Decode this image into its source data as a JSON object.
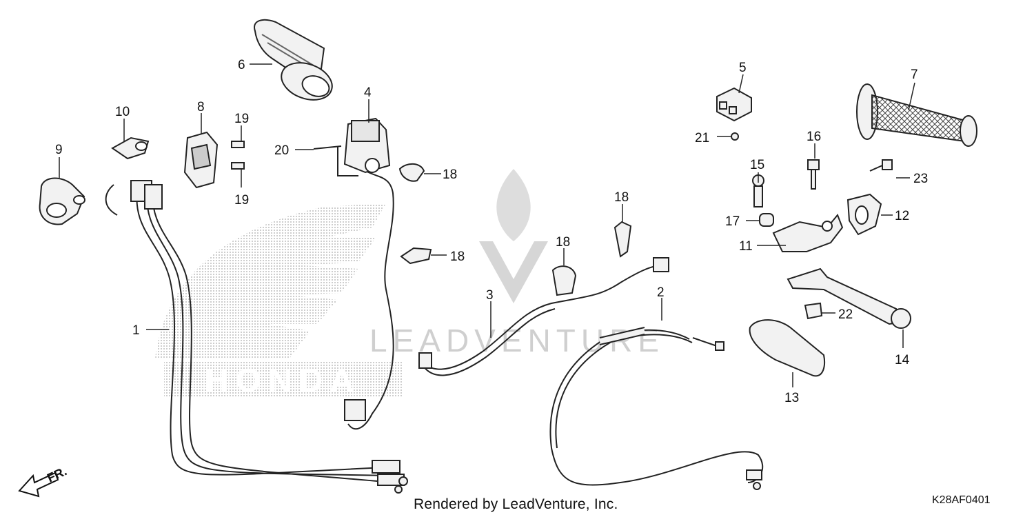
{
  "diagram": {
    "footer_credit": "Rendered by LeadVenture, Inc.",
    "figure_code": "K28AF0401",
    "watermark_text": "LEADVENTURE",
    "brand_mark": "HONDA",
    "direction_label": "FR.",
    "callouts": [
      "1",
      "2",
      "3",
      "4",
      "5",
      "6",
      "7",
      "8",
      "9",
      "10",
      "11",
      "12",
      "13",
      "14",
      "15",
      "16",
      "17",
      "18",
      "18",
      "18",
      "18",
      "19",
      "19",
      "20",
      "21",
      "22",
      "23"
    ]
  },
  "colors": {
    "line": "#222222",
    "part_fill": "#f2f2f2",
    "shade": "#8a8a8a",
    "watermark": "#c8c8c8",
    "logo_dots": "#9a9a9a"
  }
}
